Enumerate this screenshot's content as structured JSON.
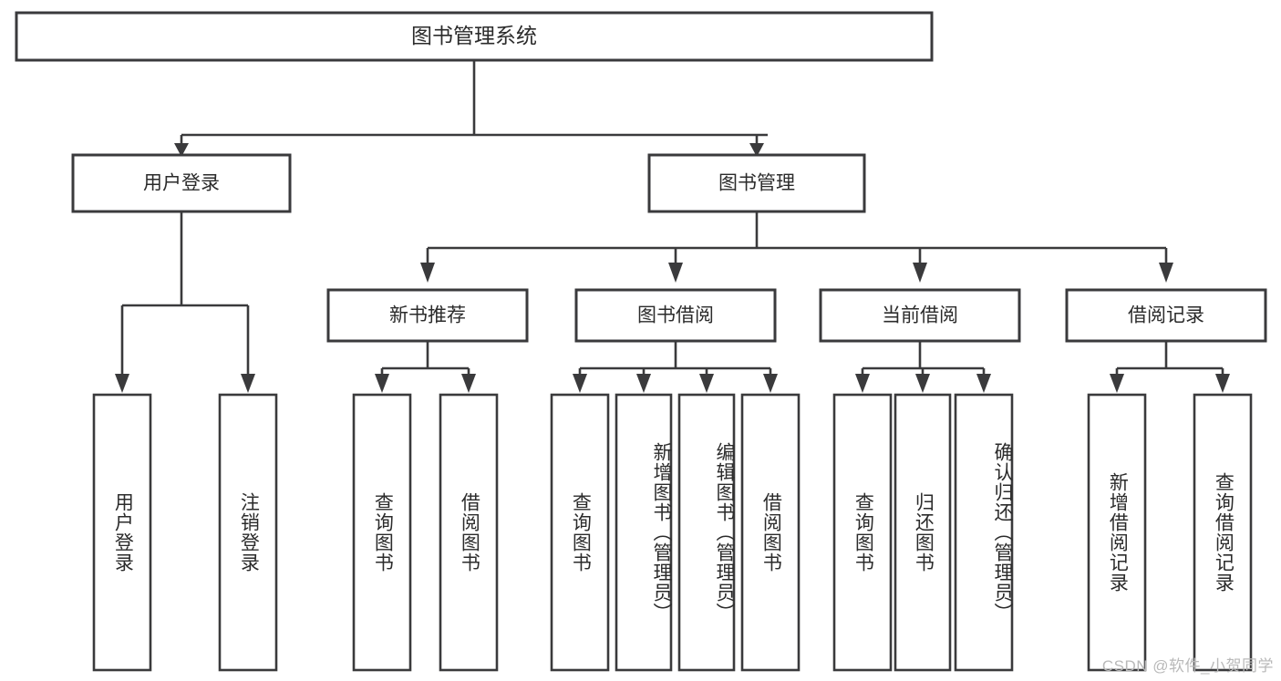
{
  "diagram": {
    "type": "tree",
    "title": "图书管理系统",
    "watermark": "CSDN @软件_小贺同学",
    "colors": {
      "stroke": "#3a3a3c",
      "fill": "#ffffff",
      "text": "#2b2b2b",
      "watermark": "#b9b9b9",
      "background": "#ffffff"
    },
    "root": {
      "label": "图书管理系统"
    },
    "level2": [
      {
        "label": "用户登录"
      },
      {
        "label": "图书管理"
      }
    ],
    "level3": [
      {
        "label": "新书推荐"
      },
      {
        "label": "图书借阅"
      },
      {
        "label": "当前借阅"
      },
      {
        "label": "借阅记录"
      }
    ],
    "leaves": {
      "user_login": [
        {
          "label": "用户登录"
        },
        {
          "label": "注销登录"
        }
      ],
      "new_book_recommend": [
        {
          "label": "查询图书"
        },
        {
          "label": "借阅图书"
        }
      ],
      "book_borrow": [
        {
          "label": "查询图书"
        },
        {
          "label": "新增图书（管理员）"
        },
        {
          "label": "编辑图书（管理员）"
        },
        {
          "label": "借阅图书"
        }
      ],
      "current_borrow": [
        {
          "label": "查询图书"
        },
        {
          "label": "归还图书"
        },
        {
          "label": "确认归还（管理员）"
        }
      ],
      "borrow_records": [
        {
          "label": "新增借阅记录"
        },
        {
          "label": "查询借阅记录"
        }
      ]
    }
  }
}
